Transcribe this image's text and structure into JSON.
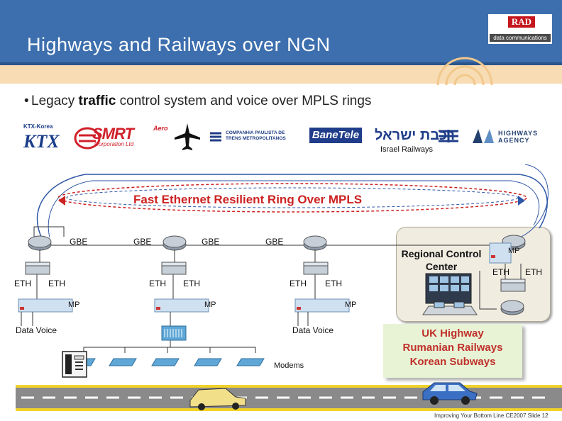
{
  "header": {
    "title": "Highways and Railways over NGN",
    "logo_mark": "RAD",
    "logo_text": "data communications"
  },
  "bullet": {
    "prefix": "Legacy ",
    "bold": "traffic",
    "suffix": " control system and voice over MPLS rings"
  },
  "logos": {
    "ktx_label": "KTX-Korea",
    "ktx": "KTX",
    "smrt": "SMRT",
    "smrt_sub": "Corporation Ltd",
    "aero": "Aero",
    "cptm": "COMPANHIA PAULISTA DE TRENS METROPOLITANOS",
    "banetele": "BaneTele",
    "hebrew": "רכבת ישראל",
    "israel_label": "Israel Railways",
    "highways": "HIGHWAYS",
    "agency": "AGENCY"
  },
  "ring": {
    "label": "Fast Ethernet Resilient Ring Over MPLS"
  },
  "links": {
    "gbe1": "GBE",
    "gbe2": "GBE",
    "gbe3": "GBE",
    "gbe4": "GBE"
  },
  "nodes": {
    "eth1": "ETH",
    "eth2": "ETH",
    "eth3": "ETH",
    "eth4": "ETH",
    "eth5": "ETH",
    "eth6": "ETH",
    "eth7": "ETH",
    "eth8": "ETH",
    "mp1": "MP",
    "mp2": "MP",
    "mp3": "MP",
    "mp4": "MP",
    "data_voice_1": "Data  Voice",
    "data_voice_2": "Data  Voice",
    "modems": "Modems"
  },
  "regional_control": "Regional Control Center",
  "applications": {
    "line1": "UK Highway",
    "line2": "Rumanian Railways",
    "line3": "Korean Subways"
  },
  "footer": "Improving Your Bottom Line CE2007  Slide 12",
  "colors": {
    "header_blue": "#3d6fae",
    "band": "#f7dcb4",
    "ring_red": "#cc2222",
    "green_box": "#e8f3d6"
  }
}
